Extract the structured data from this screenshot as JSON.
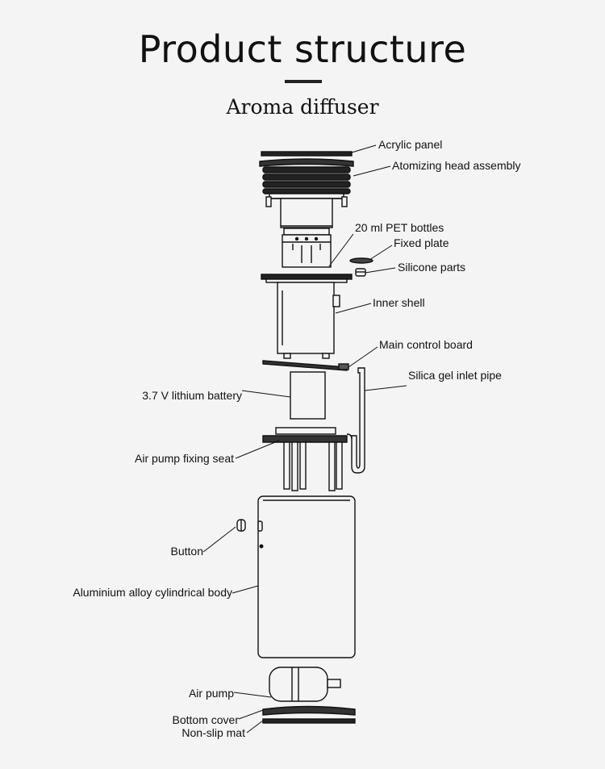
{
  "header": {
    "title": "Product structure",
    "subtitle": "Aroma diffuser"
  },
  "labels": {
    "acrylic_panel": "Acrylic panel",
    "atomizing_head": "Atomizing head assembly",
    "pet_bottles": "20 ml PET bottles",
    "fixed_plate": "Fixed plate",
    "silicone_parts": "Silicone parts",
    "inner_shell": "Inner shell",
    "main_control_board": "Main control board",
    "silica_gel_pipe": "Silica gel inlet pipe",
    "battery": "3.7 V lithium battery",
    "air_pump_seat": "Air pump fixing seat",
    "button": "Button",
    "body": "Aluminium alloy cylindrical body",
    "air_pump": "Air pump",
    "bottom_cover": "Bottom cover",
    "non_slip_mat": "Non-slip mat"
  }
}
